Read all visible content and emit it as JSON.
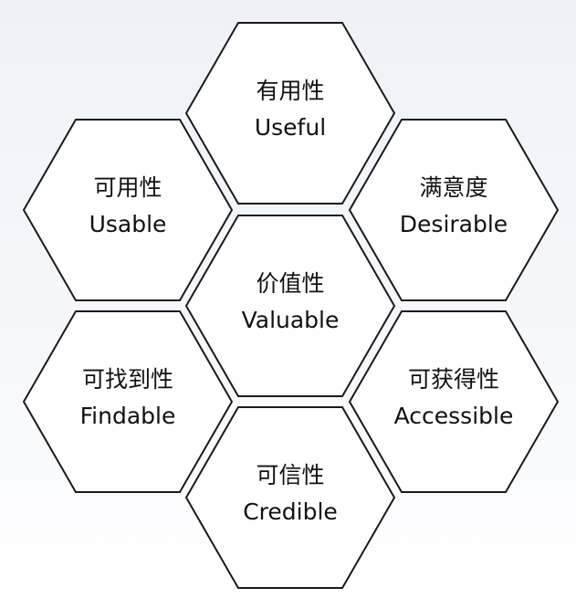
{
  "title": "User Experience Honeycomb",
  "cells": [
    {
      "id": "useful",
      "zh": "有用性",
      "en": "Useful"
    },
    {
      "id": "usable",
      "zh": "可用性",
      "en": "Usable"
    },
    {
      "id": "desirable",
      "zh": "满意度",
      "en": "Desirable"
    },
    {
      "id": "valuable",
      "zh": "价值性",
      "en": "Valuable"
    },
    {
      "id": "findable",
      "zh": "可找到性",
      "en": "Findable"
    },
    {
      "id": "accessible",
      "zh": "可获得性",
      "en": "Accessible"
    },
    {
      "id": "credible",
      "zh": "可信性",
      "en": "Credible"
    }
  ],
  "colors": {
    "stroke": "#1a1a1a",
    "fill": "#ffffff"
  }
}
